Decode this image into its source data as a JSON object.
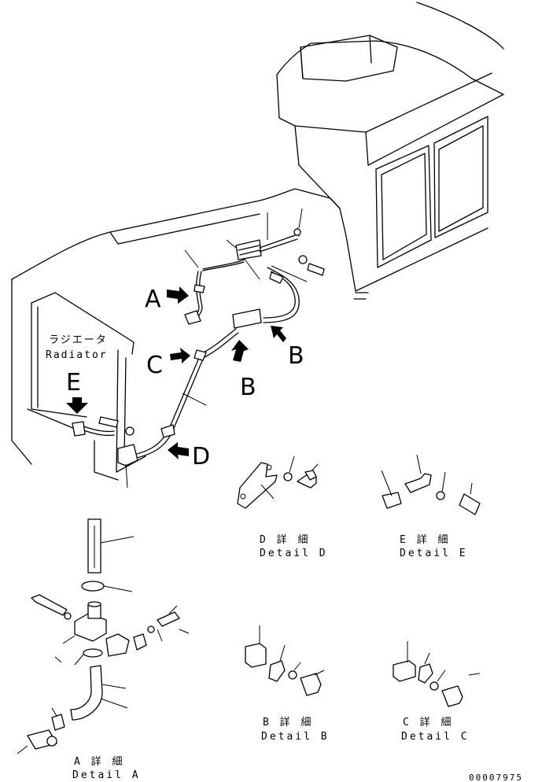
{
  "callouts": {
    "a": "A",
    "b_upper": "B",
    "b_lower": "B",
    "c": "C",
    "d": "D",
    "e": "E"
  },
  "radiator": {
    "jp": "ラジエータ",
    "en": "Radiator"
  },
  "details": {
    "a": {
      "jp": "A 詳 細",
      "en": "Detail A"
    },
    "b": {
      "jp": "B 詳 細",
      "en": "Detail B"
    },
    "c": {
      "jp": "C 詳 細",
      "en": "Detail C"
    },
    "d": {
      "jp": "D 詳 細",
      "en": "Detail D"
    },
    "e": {
      "jp": "E 詳 細",
      "en": "Detail E"
    }
  },
  "part_number": "00007975"
}
